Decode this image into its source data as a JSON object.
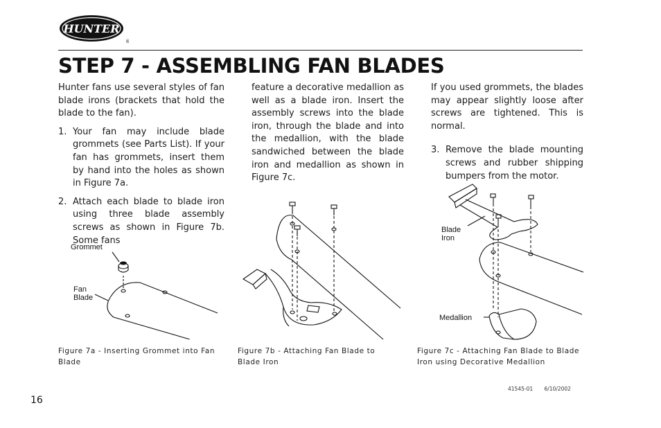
{
  "brand": {
    "name": "HUNTER"
  },
  "page_title": "STEP 7 - ASSEMBLING FAN BLADES",
  "column1": {
    "intro": "Hunter fans use several styles of fan blade irons (brackets that hold the blade to the fan).",
    "step1_number": "1.",
    "step1": "Your fan may include blade grommets (see Parts List). If your fan has grommets, insert them by hand into the holes as shown in Figure 7a.",
    "step2_number": "2.",
    "step2": "Attach each blade to blade iron using three blade assembly screws as shown in Figure 7b. Some fans"
  },
  "column2": {
    "continuation": "feature a decorative medallion as well as a blade iron. Insert the assembly screws into the blade iron, through the blade and into the medallion, with the blade sandwiched between the blade iron and medallion as shown in Figure 7c."
  },
  "column3": {
    "note": "If you used grommets, the blades may appear slightly loose after screws are tightened. This is normal.",
    "step3_number": "3.",
    "step3": "Remove the blade mounting screws and rubber shipping bumpers from the motor."
  },
  "figures": {
    "fig7a": {
      "label_grommet": "Grommet",
      "label_fan": "Fan",
      "label_blade": "Blade",
      "caption": "Figure 7a - Inserting Grommet into Fan Blade"
    },
    "fig7b": {
      "caption": "Figure 7b - Attaching Fan Blade to Blade Iron"
    },
    "fig7c": {
      "label_blade": "Blade",
      "label_iron": "Iron",
      "label_medallion": "Medallion",
      "caption": "Figure 7c - Attaching Fan Blade to Blade Iron using Decorative Medallion"
    }
  },
  "footer": {
    "doc_number": "41545-01",
    "date": "6/10/2002"
  },
  "page_number": "16"
}
